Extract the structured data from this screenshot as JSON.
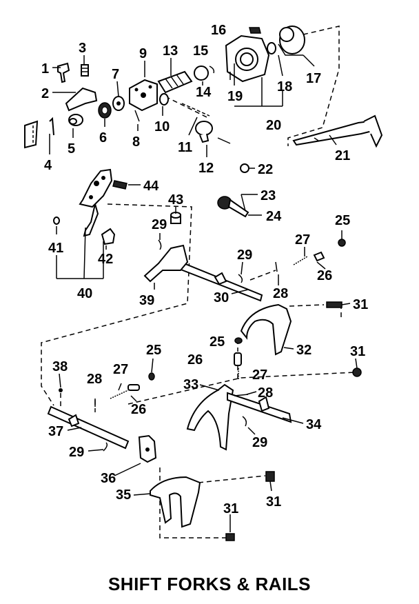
{
  "title": "SHIFT FORKS & RAILS",
  "callouts": [
    "1",
    "2",
    "3",
    "4",
    "5",
    "6",
    "7",
    "8",
    "9",
    "10",
    "11",
    "12",
    "13",
    "14",
    "15",
    "16",
    "17",
    "18",
    "19",
    "20",
    "21",
    "22",
    "23",
    "24",
    "25",
    "26",
    "27",
    "28",
    "29",
    "30",
    "31",
    "32",
    "33",
    "34",
    "35",
    "36",
    "37",
    "38",
    "39",
    "40",
    "41",
    "42",
    "43",
    "44"
  ]
}
